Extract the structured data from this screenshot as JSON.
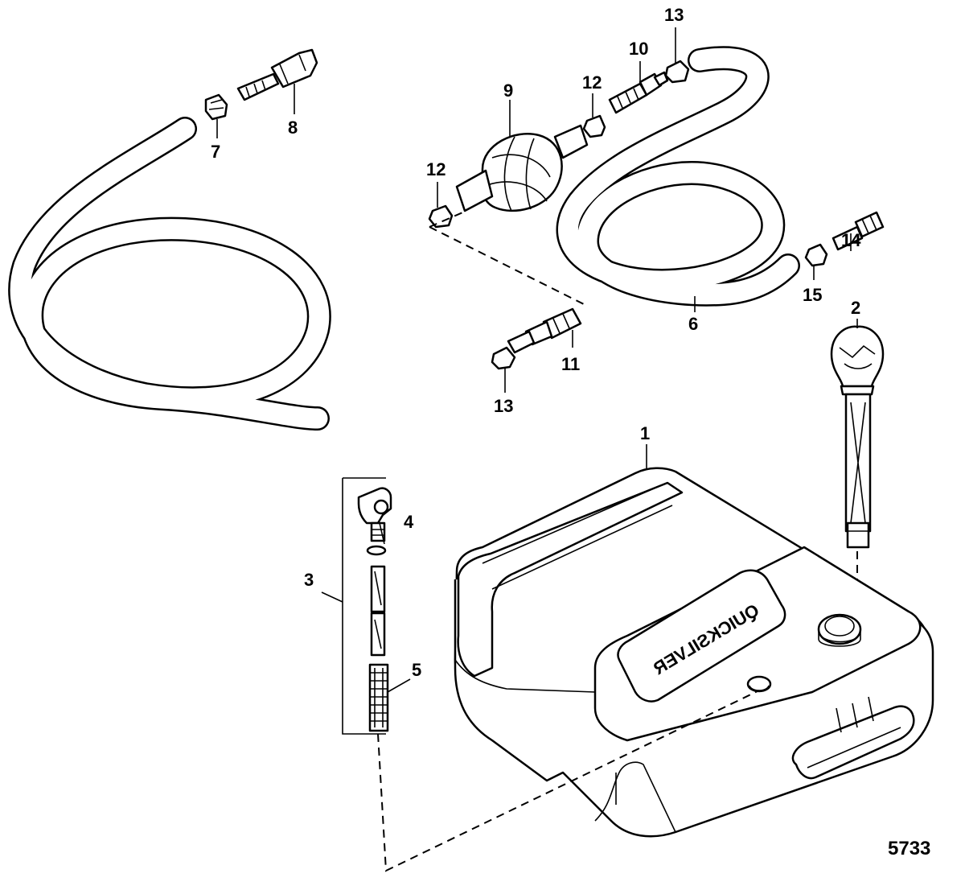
{
  "figure_number": "5733",
  "tank_brand_text": "QUICKSILVER",
  "callouts": {
    "c1": "1",
    "c2": "2",
    "c3": "3",
    "c4": "4",
    "c5": "5",
    "c6": "6",
    "c7": "7",
    "c8": "8",
    "c9": "9",
    "c10": "10",
    "c11": "11",
    "c12a": "12",
    "c12b": "12",
    "c13a": "13",
    "c13b": "13",
    "c14": "14",
    "c15": "15"
  }
}
